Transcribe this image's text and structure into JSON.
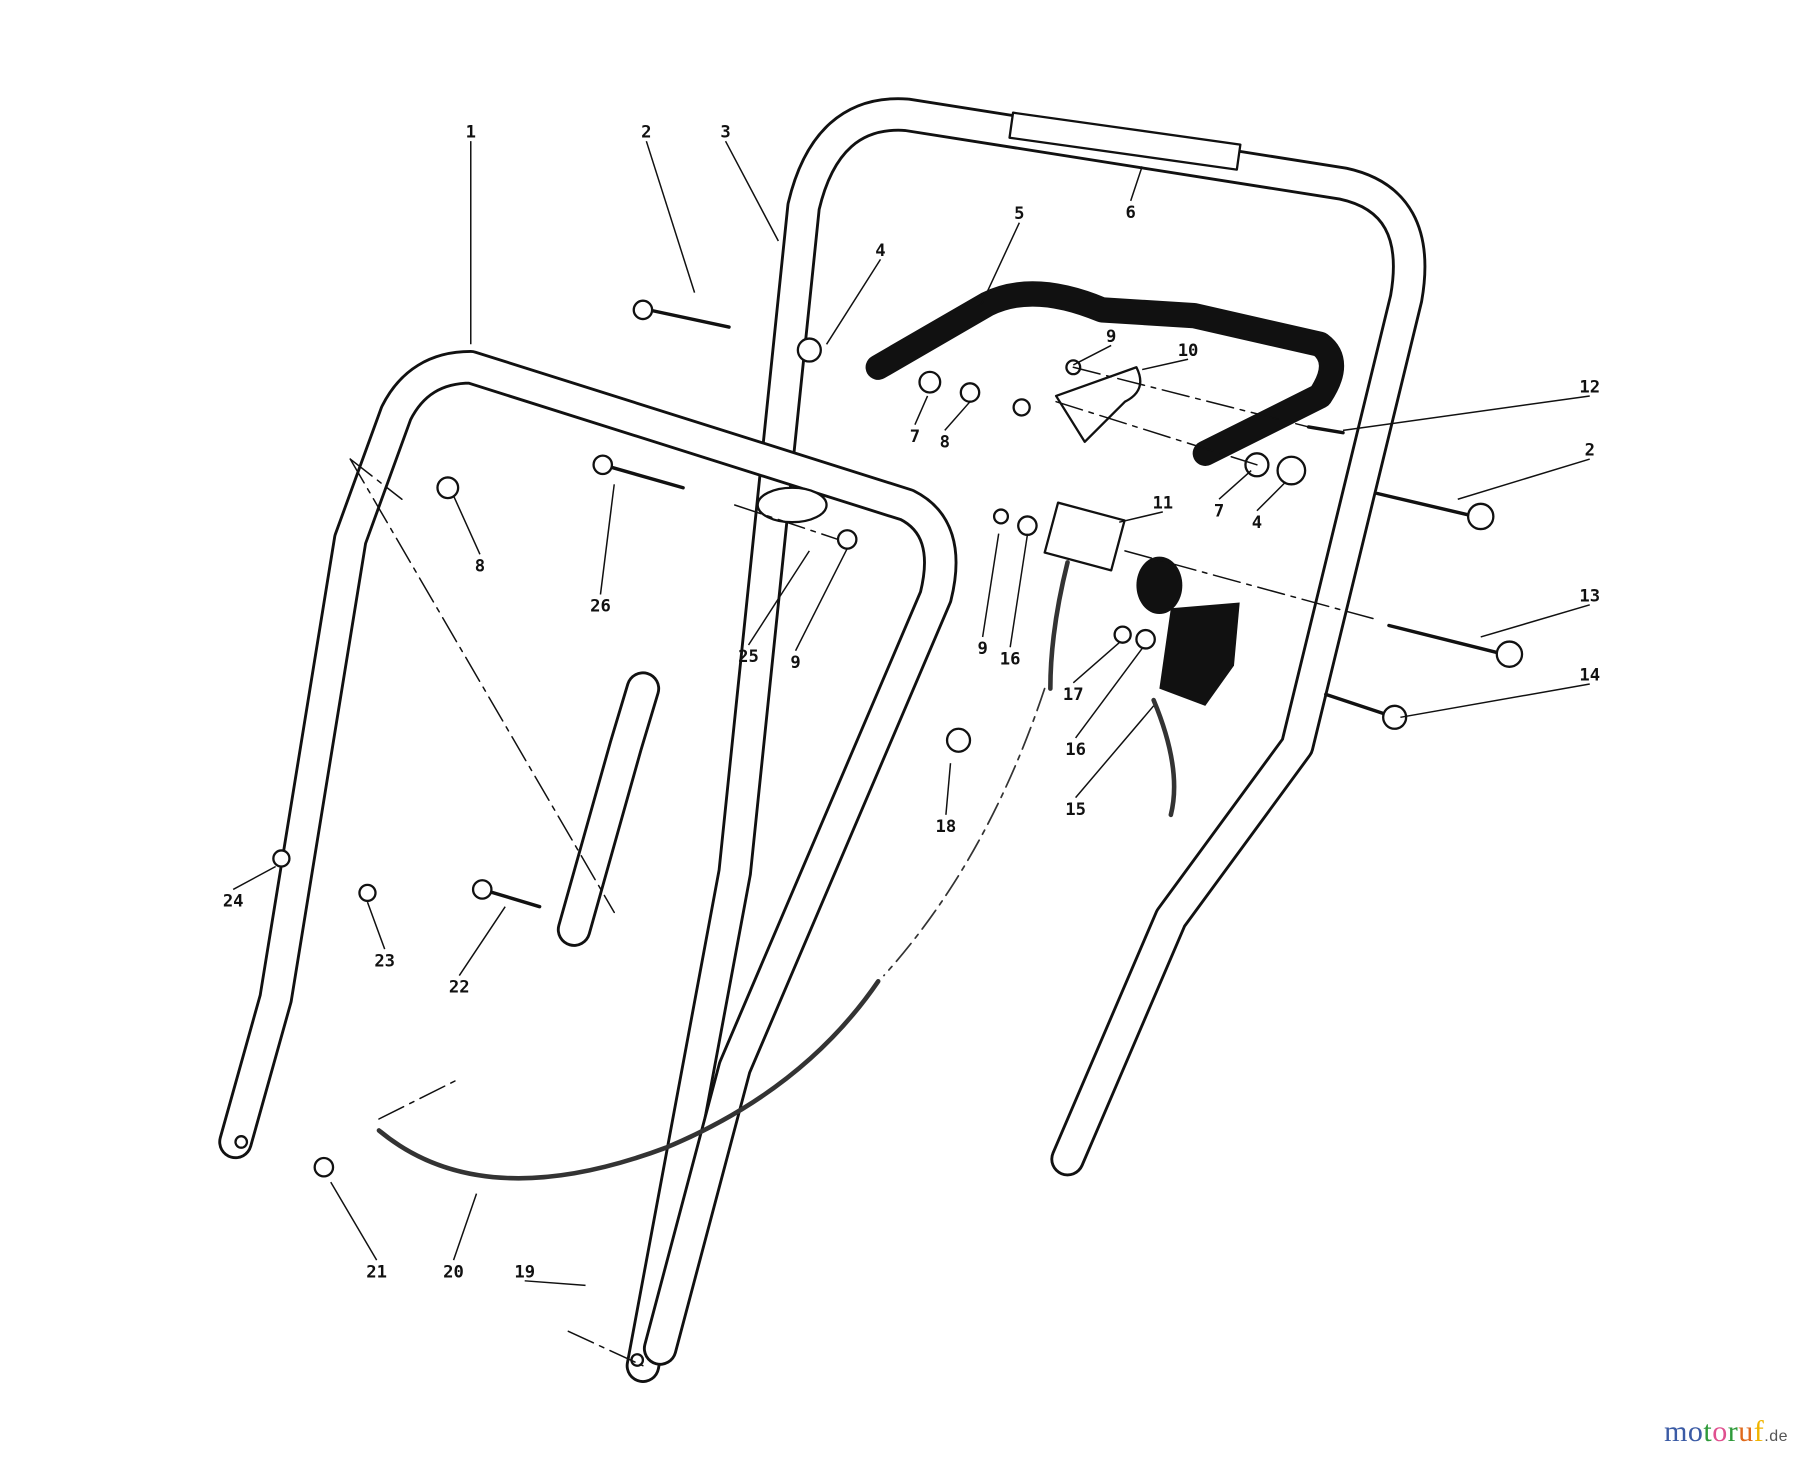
{
  "diagram": {
    "callouts": [
      "1",
      "2",
      "3",
      "4",
      "5",
      "6",
      "7",
      "8",
      "9",
      "10",
      "12",
      "2",
      "7",
      "4",
      "11",
      "8",
      "26",
      "25",
      "9",
      "9",
      "16",
      "13",
      "14",
      "17",
      "16",
      "15",
      "18",
      "24",
      "23",
      "22",
      "21",
      "20",
      "19"
    ]
  },
  "watermark": {
    "letters": [
      "m",
      "o",
      "t",
      "o",
      "r",
      "u",
      "f"
    ],
    "colors": [
      "#3b5ba5",
      "#3b5ba5",
      "#2f9a3a",
      "#e0508f",
      "#2f9a3a",
      "#e06a1c",
      "#f0b400"
    ],
    "suffix": ".de"
  }
}
